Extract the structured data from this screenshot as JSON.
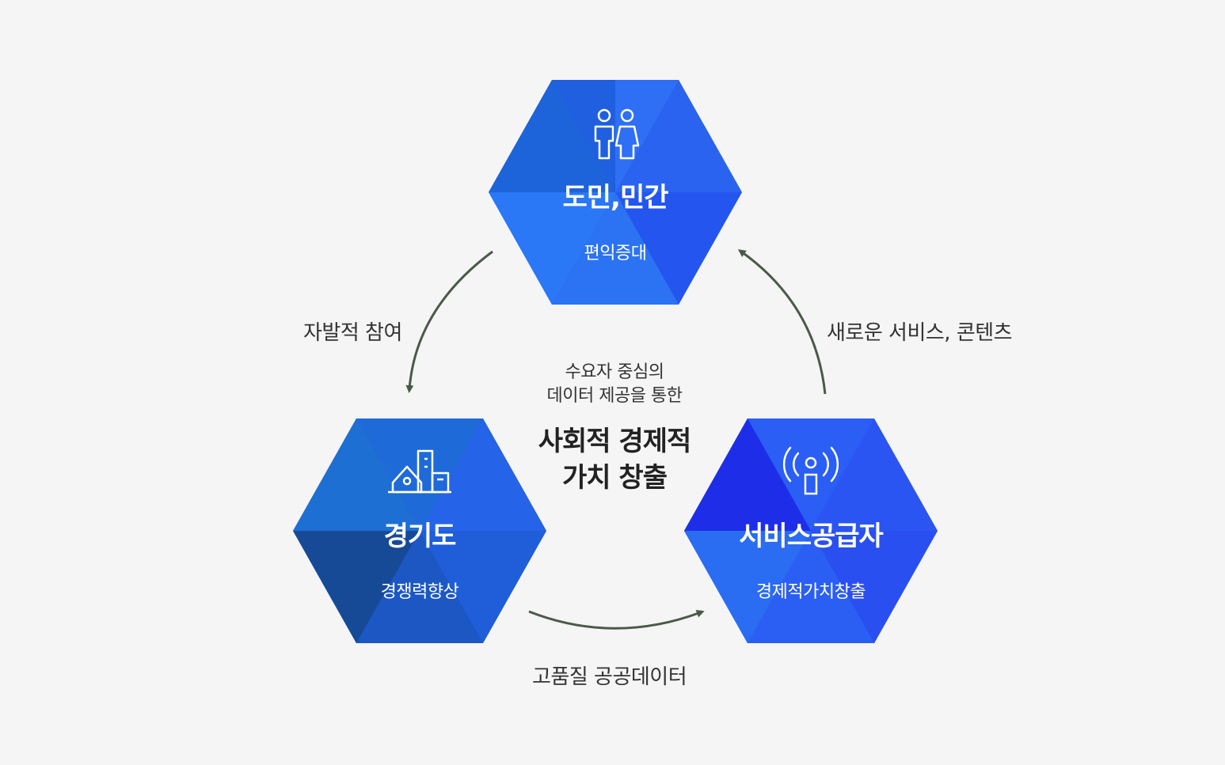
{
  "nodes": {
    "citizen": {
      "title": "도민,민간",
      "subtitle": "편익증대",
      "icon": "people-icon"
    },
    "gyeonggi": {
      "title": "경기도",
      "subtitle": "경쟁력향상",
      "icon": "buildings-icon"
    },
    "provider": {
      "title": "서비스공급자",
      "subtitle": "경제적가치창출",
      "icon": "broadcast-icon"
    }
  },
  "edges": {
    "citizen_to_gyeonggi": "자발적 참여",
    "gyeonggi_to_provider": "고품질 공공데이터",
    "provider_to_citizen": "새로운 서비스, 콘텐츠"
  },
  "center": {
    "line1": "수요자 중심의",
    "line2": "데이터 제공을 통한",
    "line3": "사회적 경제적",
    "line4": "가치 창출"
  },
  "colors": {
    "background": "#f5f5f5",
    "hex_blue": "#2b6bf0",
    "hex_dark": "#1a4fa8",
    "arrow": "#4a5a48"
  }
}
